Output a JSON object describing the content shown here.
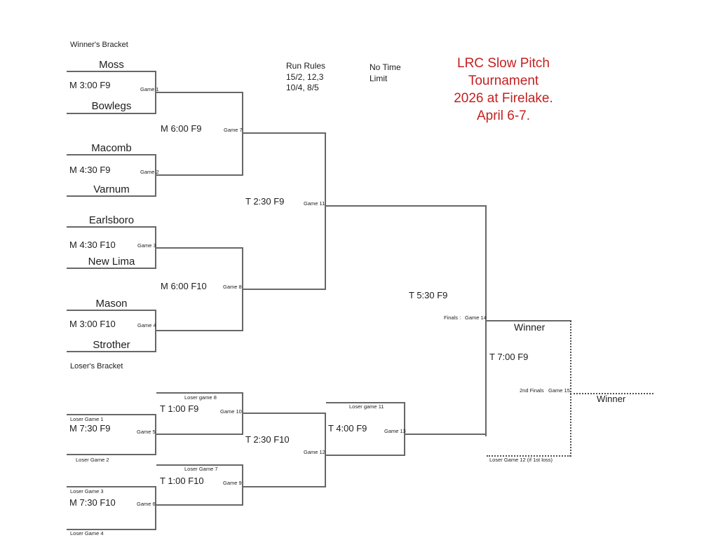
{
  "title": {
    "lines": [
      "LRC Slow Pitch",
      "Tournament",
      "2026 at Firelake.",
      "April 6-7."
    ],
    "color": "#c42020"
  },
  "rules": {
    "heading": "Run Rules",
    "line1": "15/2, 12,3",
    "line2": "10/4, 8/5"
  },
  "time_limit": {
    "line1": "No Time",
    "line2": "Limit"
  },
  "wb": {
    "header": "Winner's Bracket",
    "g1": {
      "top": "Moss",
      "bottom": "Bowlegs",
      "schedule": "M 3:00 F9",
      "game": "Game 1"
    },
    "g2": {
      "top": "Macomb",
      "bottom": "Varnum",
      "schedule": "M 4:30 F9",
      "game": "Game 2"
    },
    "g3": {
      "top": "Earlsboro",
      "bottom": "New Lima",
      "schedule": "M 4:30 F10",
      "game": "Game 3"
    },
    "g4": {
      "top": "Mason",
      "bottom": "Strother",
      "schedule": "M 3:00 F10",
      "game": "Game 4"
    },
    "g7": {
      "schedule": "M 6:00 F9",
      "game": "Game 7"
    },
    "g8": {
      "schedule": "M 6:00 F10",
      "game": "Game 8"
    },
    "g11": {
      "schedule": "T 2:30 F9",
      "game": "Game 11"
    }
  },
  "lb": {
    "header": "Loser's Bracket",
    "g5": {
      "top": "Loser Game 1",
      "bottom": "Loser Game 2",
      "schedule": "M 7:30 F9",
      "game": "Game 5"
    },
    "g6": {
      "top": "Loser Game 3",
      "bottom": "Loser Game 4",
      "schedule": "M 7:30 F10",
      "game": "Game 6"
    },
    "g10": {
      "feeder": "Loser game 8",
      "schedule": "T 1:00 F9",
      "game": "Game 10"
    },
    "g9": {
      "feeder": "Loser Game 7",
      "schedule": "T 1:00 F10",
      "game": "Game 9"
    },
    "g12": {
      "schedule": "T 2:30 F10",
      "game": "Game 12"
    },
    "g13": {
      "feeder": "Loser game 11",
      "schedule": "T 4:00 F9",
      "game": "Game 13"
    }
  },
  "finals": {
    "schedule": "T 5:30 F9",
    "label": "Finals :",
    "game": "Game 14",
    "winner": "Winner",
    "second_schedule": "T 7:00 F9",
    "second_label": "2nd Finals",
    "second_game": "Game 15",
    "second_winner": "Winner",
    "loser_note": "Loser Game 12 (if 1st loss)"
  }
}
